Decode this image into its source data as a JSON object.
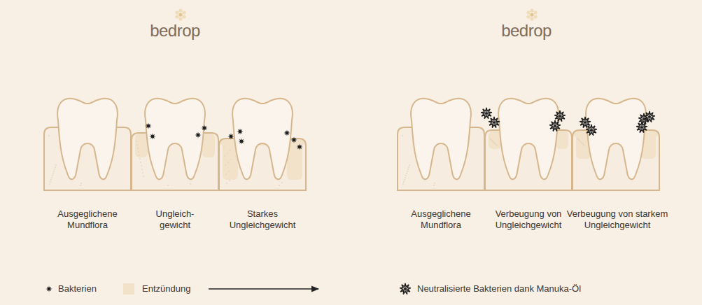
{
  "diagram": {
    "labels": [
      "bedrop",
      "bedrop",
      "Ausgeglichene Mundflora",
      "Ungleich- gewicht",
      "Starkes Ungleichgewicht",
      "Ausgeglichene Mundflora",
      "Verbeugung von Ungleichgewicht",
      "Verbeugung von starkem Ungleichgewicht"
    ],
    "legend": [
      {
        "text": "Bakterien"
      },
      {
        "text": "Entzündung",
        "color": "#f1e2c9"
      },
      {
        "text": "Neutralisierte Bakterien dank Manuka-Öl"
      }
    ]
  }
}
